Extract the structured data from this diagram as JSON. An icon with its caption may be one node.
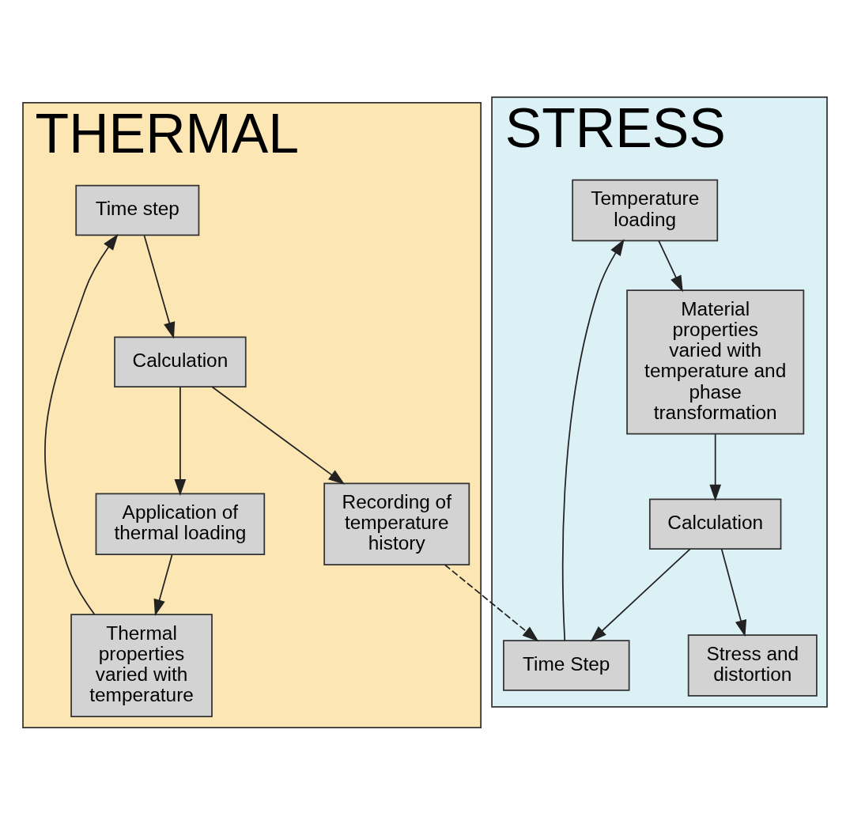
{
  "diagram": {
    "nodes": [
      {
        "text": [
          "THERMAL"
        ]
      },
      {
        "text": [
          "Time step"
        ],
        "in": 0
      },
      {
        "text": [
          "Thermal properties varied with temperature"
        ],
        "in": 0
      },
      {
        "text": [
          "Calculation"
        ],
        "in": 0
      },
      {
        "text": [
          "Application of thermal loading"
        ],
        "in": 0
      },
      {
        "text": [
          "Recording of temperature history"
        ],
        "in": 0
      },
      {
        "text": [
          "STRESS"
        ]
      },
      {
        "text": [
          "Temperature loading"
        ],
        "in": 6
      },
      {
        "text": [
          "Time Step"
        ],
        "in": 6
      },
      {
        "text": [
          "Material properties varied with temperature and phase transformation"
        ],
        "in": 6
      },
      {
        "text": [
          "Calculation"
        ],
        "in": 6
      },
      {
        "text": [
          "Stress and distortion"
        ],
        "in": 6
      }
    ],
    "edges": [
      {
        "from": 2,
        "to": 1,
        "arrow": "to"
      },
      {
        "from": 1,
        "to": 3,
        "arrow": "to"
      },
      {
        "from": 3,
        "to": 4,
        "arrow": "to"
      },
      {
        "from": 3,
        "to": 5,
        "arrow": "to"
      },
      {
        "from": 4,
        "to": 2,
        "arrow": "to"
      },
      {
        "from": 5,
        "to": 8,
        "arrow": "to",
        "style": "dashed"
      },
      {
        "from": 8,
        "to": 7,
        "arrow": "to"
      },
      {
        "from": 7,
        "to": 9,
        "arrow": "to"
      },
      {
        "from": 9,
        "to": 10,
        "arrow": "to"
      },
      {
        "from": 10,
        "to": 8,
        "arrow": "to"
      },
      {
        "from": 10,
        "to": 11,
        "arrow": "to"
      }
    ]
  }
}
